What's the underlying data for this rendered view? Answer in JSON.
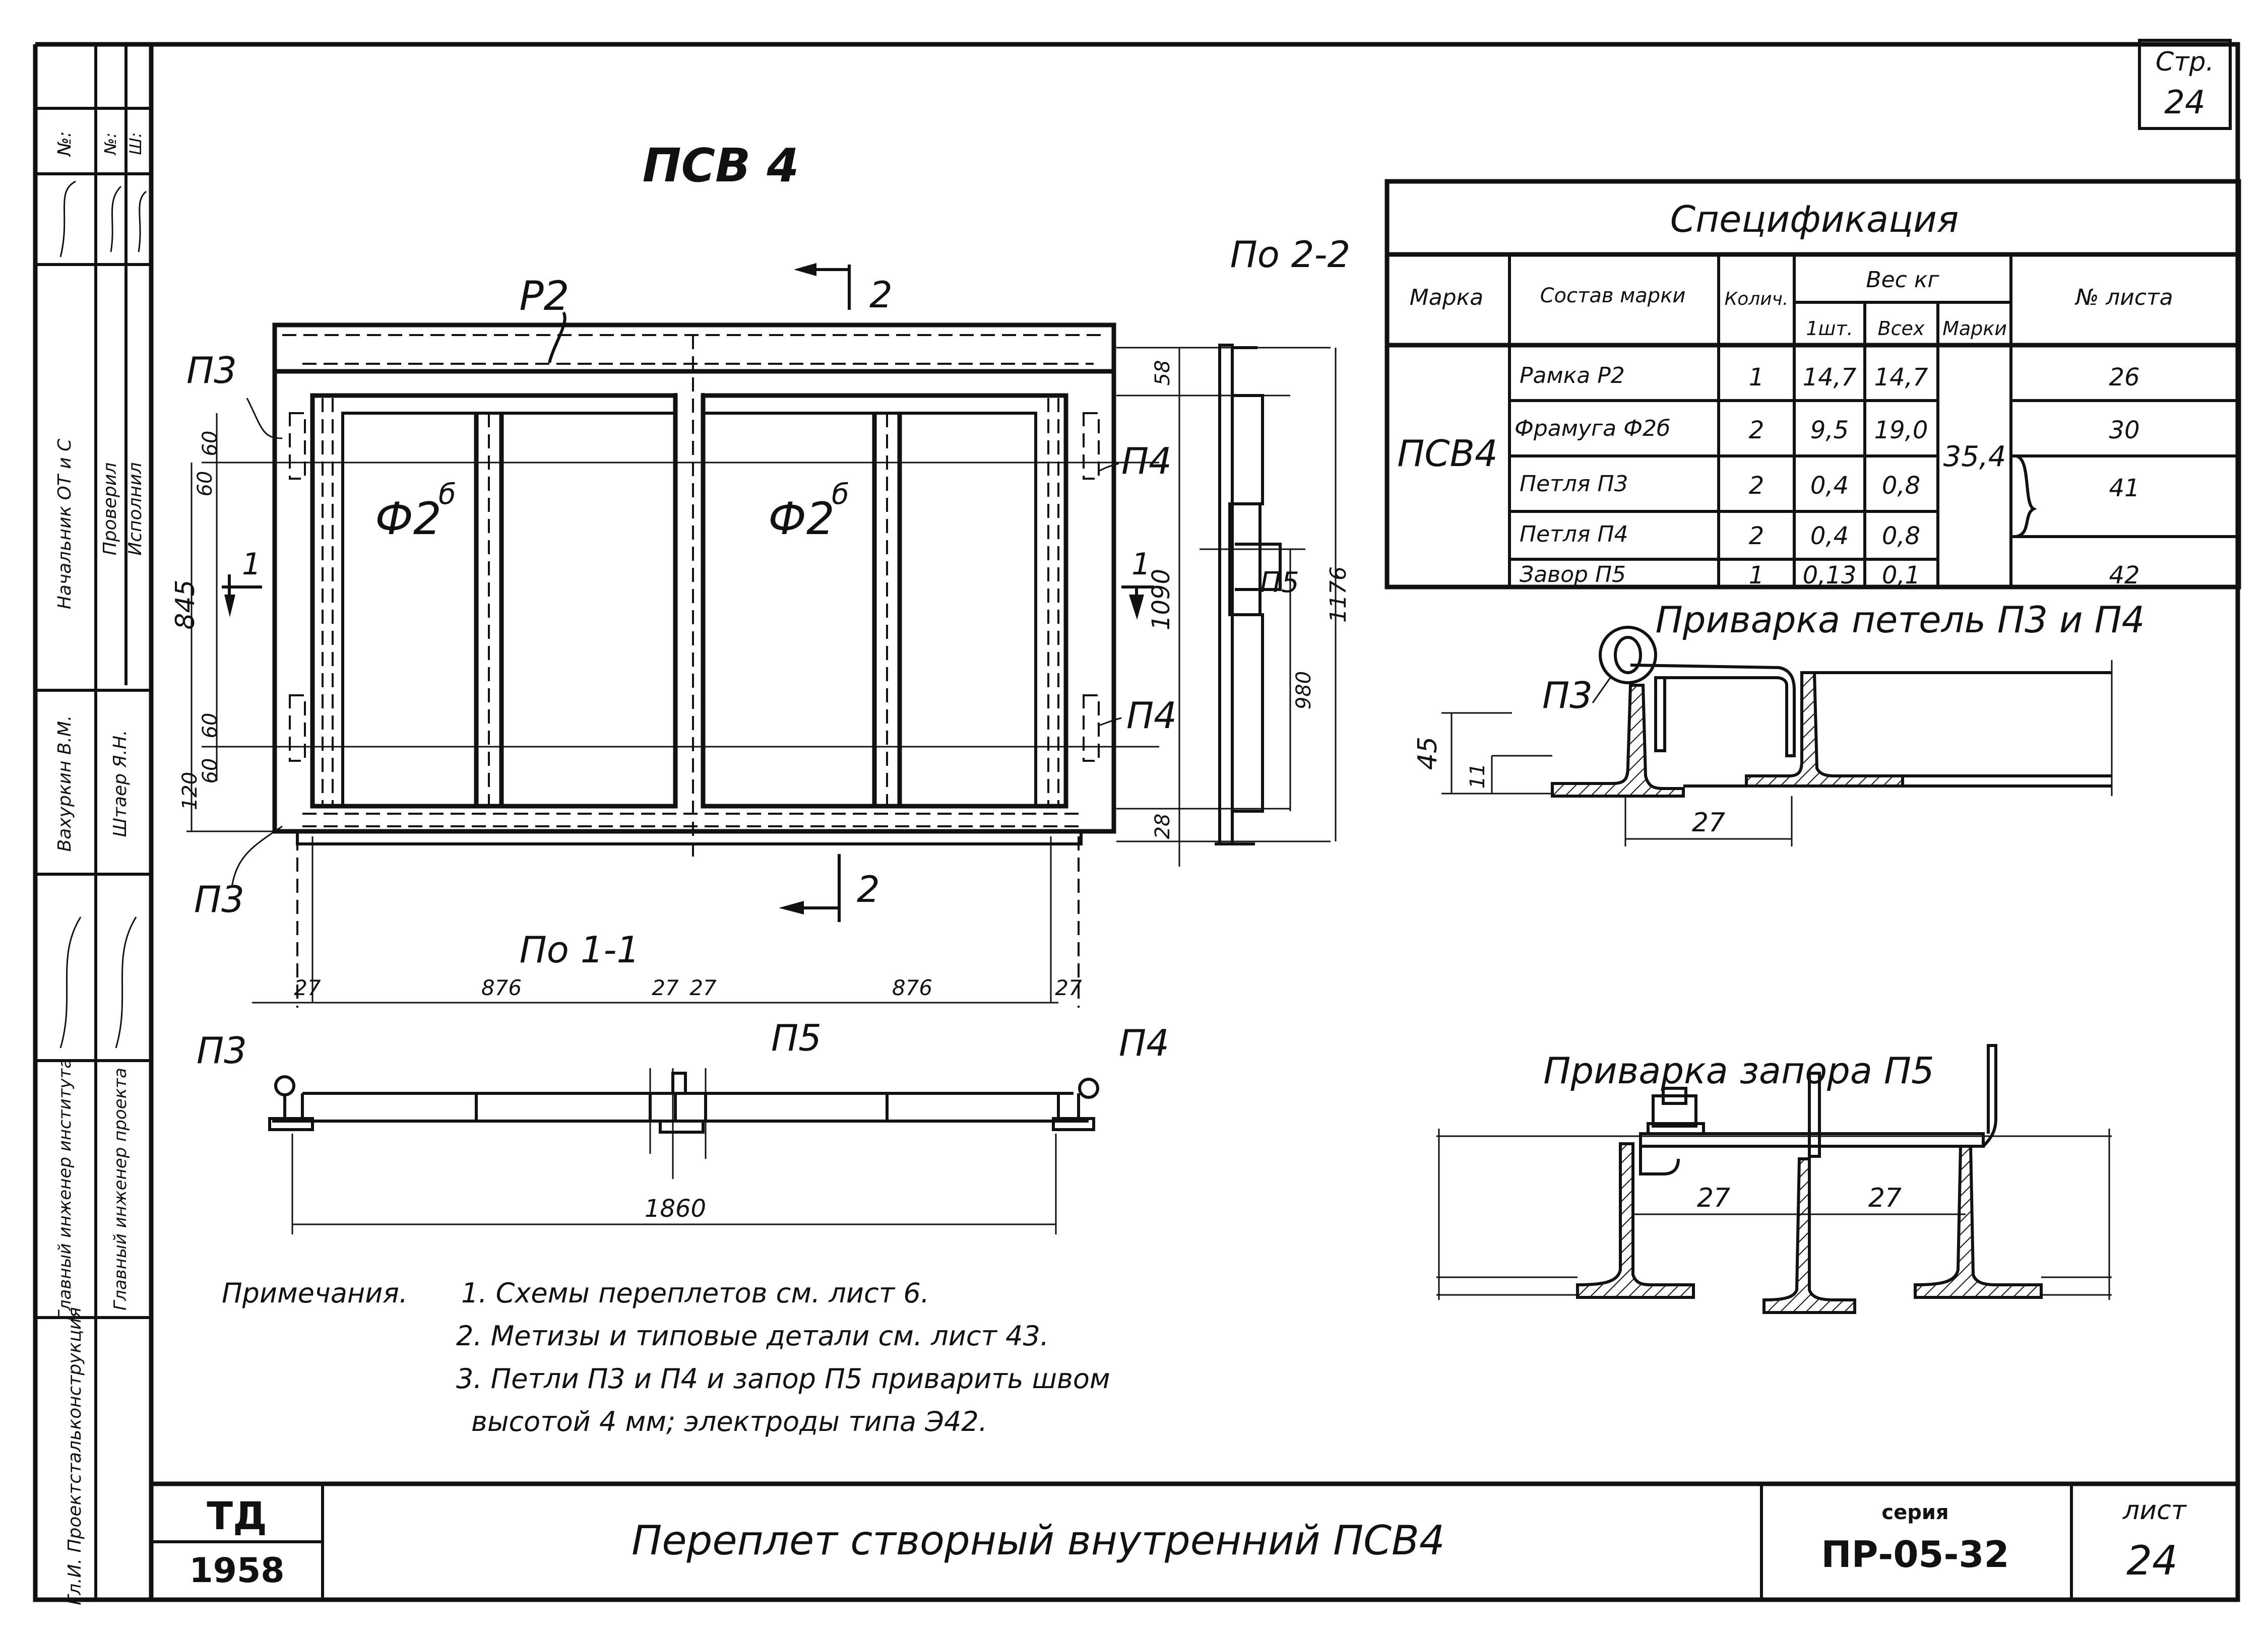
{
  "sheet": {
    "page_stamp_label": "Стр.",
    "page_stamp_number": "24",
    "drawing_title": "ПСВ 4"
  },
  "main_view": {
    "frame_mark": "Р2",
    "sash_mark_left": "Ф2",
    "sash_mark_right": "Ф2",
    "sash_superscript": "б",
    "section_2_label": "2",
    "section_1_label": "1",
    "hinge_p3_label": "П3",
    "hinge_p4_label": "П4",
    "dims_left": [
      "60",
      "60",
      "60",
      "60",
      "845",
      "120"
    ],
    "dims_right": [
      "58",
      "1090",
      "28"
    ]
  },
  "section_2_2": {
    "title": "По 2-2",
    "latch_label": "П5",
    "dims": [
      "1176",
      "980"
    ]
  },
  "section_1_1": {
    "title": "По 1-1",
    "dims_top": [
      "27",
      "876",
      "27",
      "27",
      "876",
      "27"
    ],
    "dim_total": "1860",
    "labels": [
      "П3",
      "П5",
      "П4"
    ]
  },
  "spec_table": {
    "title": "Спецификация",
    "headers": {
      "mark": "Марка",
      "composition": "Состав марки",
      "qty": "Колич.",
      "weight": "Вес кг",
      "weight_one": "1шт.",
      "weight_all": "Всех",
      "weight_mark": "Марки",
      "sheet_no": "№ листа"
    },
    "mark": "ПСВ4",
    "mark_weight": "35,4",
    "rows": [
      {
        "name": "Рамка Р2",
        "qty": "1",
        "w_one": "14,7",
        "w_all": "14,7",
        "sheet": "26"
      },
      {
        "name": "Фрамуга Ф2б",
        "qty": "2",
        "w_one": "9,5",
        "w_all": "19,0",
        "sheet": "30"
      },
      {
        "name": "Петля П3",
        "qty": "2",
        "w_one": "0,4",
        "w_all": "0,8",
        "sheet": "41"
      },
      {
        "name": "Петля П4",
        "qty": "2",
        "w_one": "0,4",
        "w_all": "0,8",
        "sheet": ""
      },
      {
        "name": "Завор П5",
        "qty": "1",
        "w_one": "0,13",
        "w_all": "0,1",
        "sheet": "42"
      }
    ]
  },
  "detail_hinges": {
    "title": "Приварка петель П3 и П4",
    "label": "П3",
    "dims": [
      "45",
      "11",
      "27"
    ]
  },
  "detail_latch": {
    "title": "Приварка запора П5",
    "dims": [
      "27",
      "27"
    ]
  },
  "notes": {
    "heading": "Примечания.",
    "items": [
      "1. Схемы переплетов см. лист 6.",
      "2. Метизы и типовые детали см. лист 43.",
      "3. Петли П3 и П4 и запор П5 приварить швом",
      "высотой 4 мм; электроды типа Э42."
    ]
  },
  "title_block": {
    "logo_top": "ТД",
    "logo_year": "1958",
    "title": "Переплет створный внутренний ПСВ4",
    "series_label": "серия",
    "series_value": "ПР-05-32",
    "sheet_label": "лист",
    "sheet_value": "24"
  },
  "side_stamp": {
    "rows": [
      {
        "role": "Гл.И. Проектстальконструкция",
        "name": "",
        "sign": ""
      },
      {
        "role": "Главный инженер института",
        "name": "",
        "sign": ""
      },
      {
        "role": "Главный инженер проекта",
        "name": "",
        "sign": ""
      },
      {
        "role": "Начальник ОТ и С",
        "name": "Вахуркин В.М.",
        "sign": ""
      },
      {
        "role": "Проверил",
        "name": "Штаер Я.Н.",
        "sign": ""
      },
      {
        "role": "Исполнил",
        "name": "",
        "sign": ""
      }
    ],
    "col_headers": [
      "№:",
      "№:",
      "Ш:"
    ]
  }
}
